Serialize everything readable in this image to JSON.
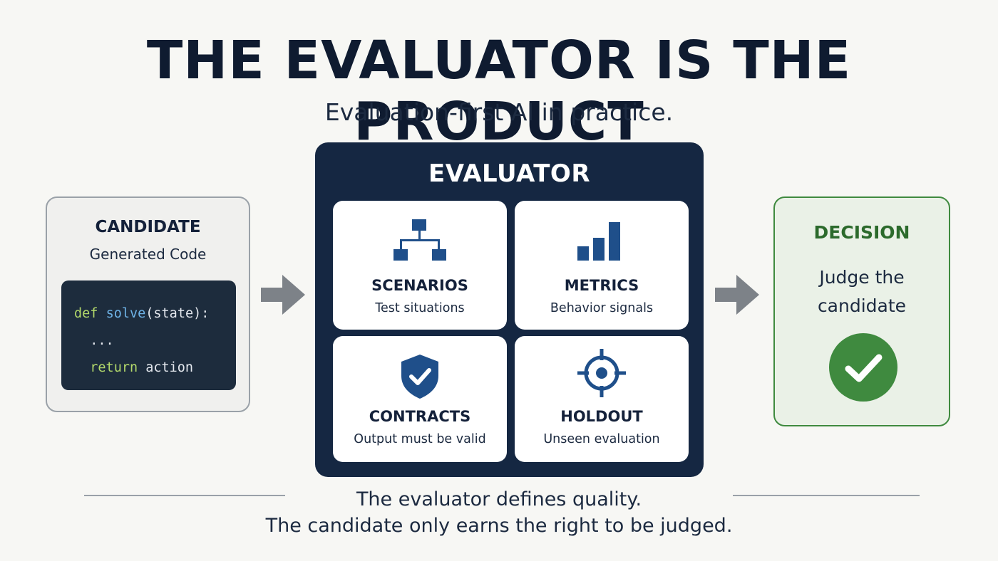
{
  "header": {
    "title": "THE EVALUATOR IS THE PRODUCT",
    "subtitle": "Evaluation-first AI in practice."
  },
  "candidate": {
    "title": "CANDIDATE",
    "subtitle": "Generated Code",
    "code": {
      "line1_keyword": "def",
      "line1_function": "solve",
      "line1_rest": "(state):",
      "line2": "...",
      "line3_keyword": "return",
      "line3_rest": " action"
    }
  },
  "evaluator": {
    "title": "EVALUATOR",
    "tiles": [
      {
        "title": "SCENARIOS",
        "subtitle": "Test situations",
        "icon": "hierarchy-icon"
      },
      {
        "title": "METRICS",
        "subtitle": "Behavior signals",
        "icon": "bar-chart-icon"
      },
      {
        "title": "CONTRACTS",
        "subtitle": "Output must be valid",
        "icon": "shield-check-icon"
      },
      {
        "title": "HOLDOUT",
        "subtitle": "Unseen evaluation",
        "icon": "target-icon"
      }
    ]
  },
  "decision": {
    "title": "DECISION",
    "subtitle_line1": "Judge the",
    "subtitle_line2": "candidate",
    "icon": "check-circle-icon"
  },
  "footer": {
    "line1": "The evaluator defines quality.",
    "line2": "The candidate only earns the right to be judged."
  },
  "colors": {
    "navy": "#152742",
    "icon_blue": "#1f4f8a",
    "green": "#3f8a3f",
    "arrow_gray": "#7d8288"
  }
}
